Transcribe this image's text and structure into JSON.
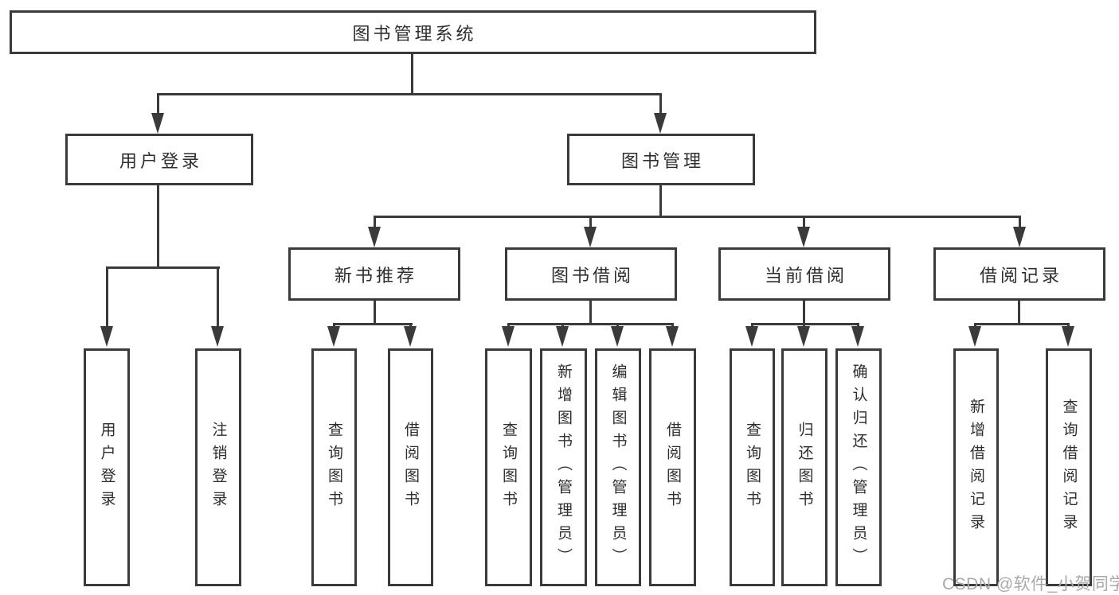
{
  "nodes": {
    "root": "图书管理系统",
    "user_login": "用户登录",
    "book_mgmt": "图书管理",
    "new_book_rec": "新书推荐",
    "book_borrow": "图书借阅",
    "current_borrow": "当前借阅",
    "borrow_records": "借阅记录",
    "user_login_child_1": "用户登录",
    "user_login_child_2": "注销登录",
    "new_book_rec_child_1": "查询图书",
    "new_book_rec_child_2": "借阅图书",
    "book_borrow_child_1": "查询图书",
    "book_borrow_child_2": "新增图书（管理员）",
    "book_borrow_child_3": "编辑图书（管理员）",
    "book_borrow_child_4": "借阅图书",
    "current_borrow_child_1": "查询图书",
    "current_borrow_child_2": "归还图书",
    "current_borrow_child_3": "确认归还（管理员）",
    "borrow_records_child_1": "新增借阅记录",
    "borrow_records_child_2": "查询借阅记录"
  },
  "watermark": "CSDN @软件_小贺同学",
  "colors": {
    "line": "#3a3a3a",
    "text": "#2e2e2e",
    "watermark": "#a9a9a9",
    "background": "#ffffff"
  }
}
